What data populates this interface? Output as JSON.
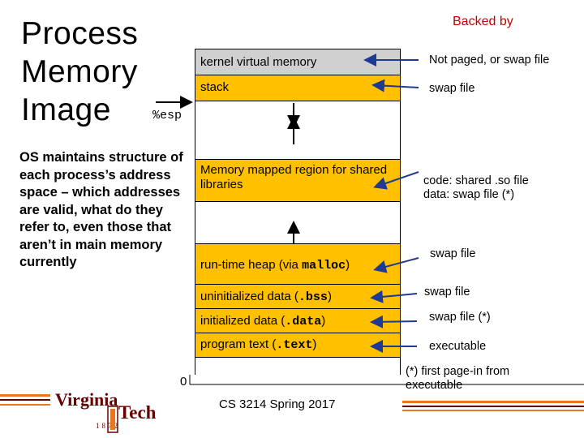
{
  "title_lines": [
    "Process",
    "Memory",
    "Image"
  ],
  "esp_label": "%esp",
  "os_note": "OS maintains structure of each process’s address space – which addresses are valid, what do they refer to, even those that aren’t in main memory currently",
  "backed_by_heading": "Backed by",
  "segments": {
    "kernel": "kernel virtual memory",
    "stack": "stack",
    "mmap": "Memory mapped region for shared libraries",
    "heap_prefix": "run-time heap (via ",
    "heap_code": "malloc",
    "heap_suffix": ")",
    "bss_prefix": "uninitialized data (",
    "bss_code": ".bss",
    "bss_suffix": ")",
    "data_prefix": "initialized data (",
    "data_code": ".data",
    "data_suffix": ")",
    "text_prefix": "program text (",
    "text_code": ".text",
    "text_suffix": ")"
  },
  "backing": {
    "kernel": "Not paged, or swap file",
    "stack": "swap file",
    "mmap_line1": "code: shared .so file",
    "mmap_line2": "data: swap file (*)",
    "heap": "swap file",
    "bss": "swap file",
    "data": "swap file (*)",
    "text": "executable",
    "note_line1": "(*)  first page-in from",
    "note_line2": "executable"
  },
  "zero_label": "0",
  "footer": "CS 3214 Spring 2017",
  "logo": {
    "word1": "Virginia",
    "word2": "Tech",
    "year": "1872"
  },
  "colors": {
    "segment_gold": "#ffc000",
    "kernel_gray": "#d0d0d0",
    "arrow_blue": "#1f3a93",
    "backed_red": "#c00000",
    "vt_maroon": "#660000",
    "vt_orange": "#e87722"
  }
}
